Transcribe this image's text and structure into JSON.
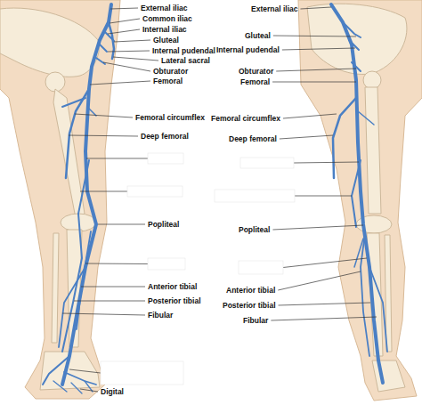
{
  "diagram": {
    "labels": [
      "External iliac",
      "Common iliac",
      "Internal iliac",
      "Gluteal",
      "Internal pudendal",
      "Lateral sacral",
      "Obturator",
      "Femoral",
      "Femoral circumflex",
      "Deep femoral",
      "Popliteal",
      "Anterior tibial",
      "Posterior tibial",
      "Fibular",
      "Digital",
      "External iliac",
      "Gluteal",
      "Internal pudendal",
      "Obturator",
      "Femoral",
      "Femoral circumflex",
      "Deep femoral",
      "Popliteal",
      "Anterior tibial",
      "Posterior tibial",
      "Fibular"
    ]
  }
}
